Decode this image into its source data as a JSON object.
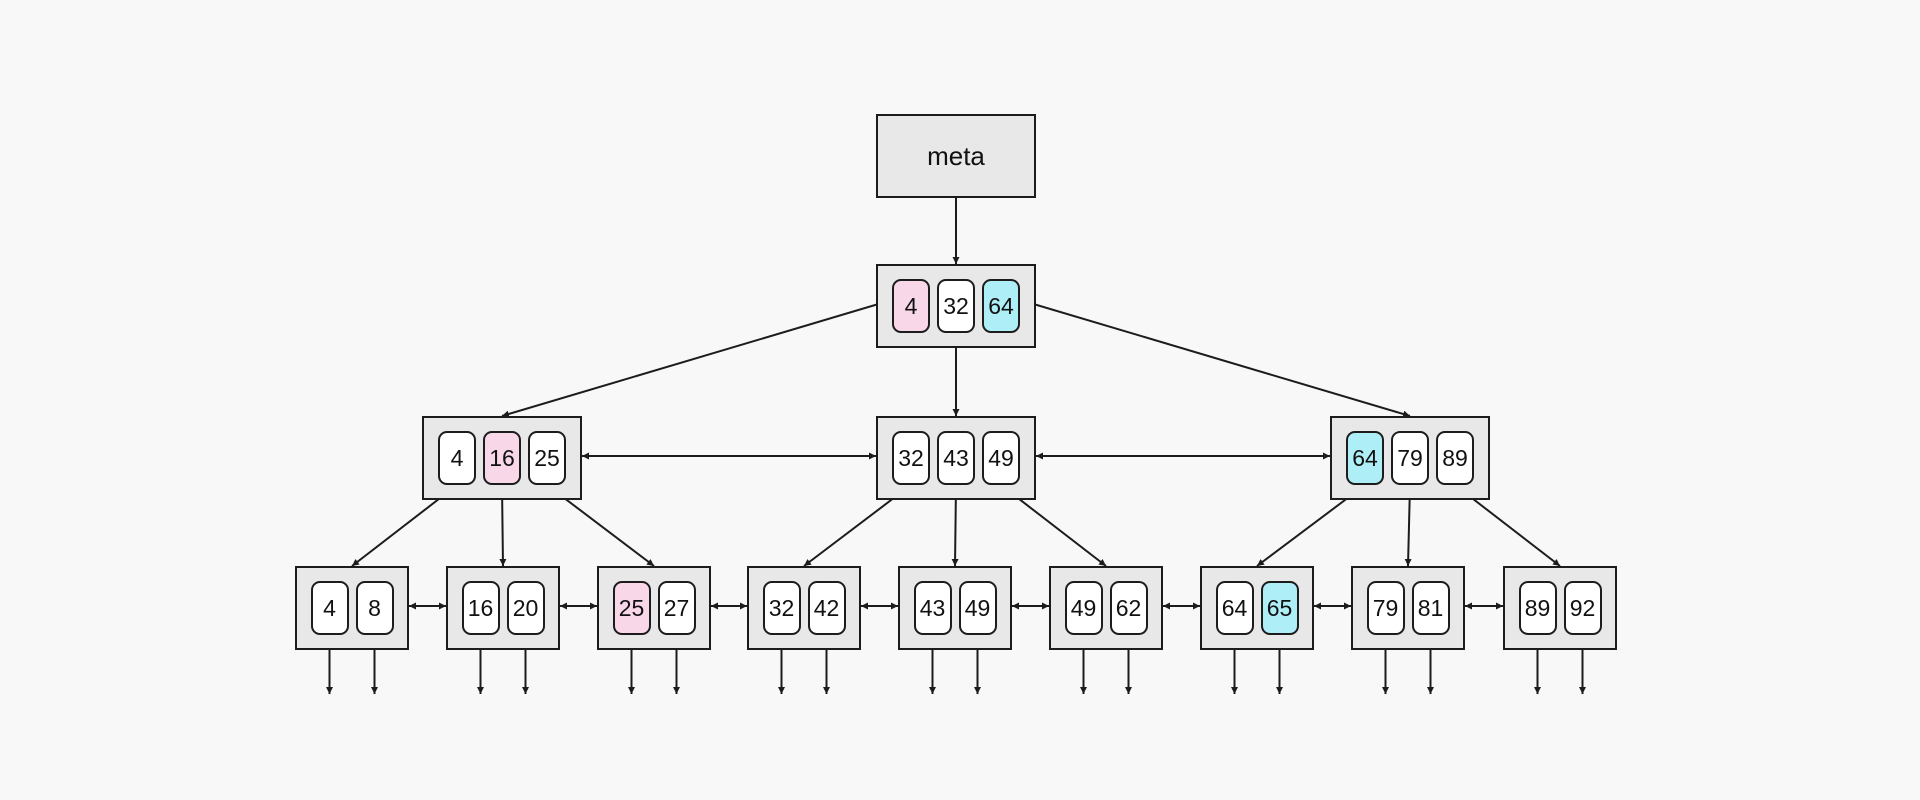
{
  "colors": {
    "node_fill": "#e8e8e8",
    "key_fill": "#ffffff",
    "highlight_pink": "#f8d8e8",
    "highlight_cyan": "#aeeef6",
    "stroke": "#1c1c1c"
  },
  "meta": {
    "label": "meta"
  },
  "root": {
    "keys": [
      {
        "value": "4",
        "highlight": "pink"
      },
      {
        "value": "32",
        "highlight": null
      },
      {
        "value": "64",
        "highlight": "cyan"
      }
    ]
  },
  "internal": [
    {
      "keys": [
        {
          "value": "4",
          "highlight": null
        },
        {
          "value": "16",
          "highlight": "pink"
        },
        {
          "value": "25",
          "highlight": null
        }
      ]
    },
    {
      "keys": [
        {
          "value": "32",
          "highlight": null
        },
        {
          "value": "43",
          "highlight": null
        },
        {
          "value": "49",
          "highlight": null
        }
      ]
    },
    {
      "keys": [
        {
          "value": "64",
          "highlight": "cyan"
        },
        {
          "value": "79",
          "highlight": null
        },
        {
          "value": "89",
          "highlight": null
        }
      ]
    }
  ],
  "leaves": [
    {
      "keys": [
        {
          "value": "4",
          "highlight": null
        },
        {
          "value": "8",
          "highlight": null
        }
      ]
    },
    {
      "keys": [
        {
          "value": "16",
          "highlight": null
        },
        {
          "value": "20",
          "highlight": null
        }
      ]
    },
    {
      "keys": [
        {
          "value": "25",
          "highlight": "pink"
        },
        {
          "value": "27",
          "highlight": null
        }
      ]
    },
    {
      "keys": [
        {
          "value": "32",
          "highlight": null
        },
        {
          "value": "42",
          "highlight": null
        }
      ]
    },
    {
      "keys": [
        {
          "value": "43",
          "highlight": null
        },
        {
          "value": "49",
          "highlight": null
        }
      ]
    },
    {
      "keys": [
        {
          "value": "49",
          "highlight": null
        },
        {
          "value": "62",
          "highlight": null
        }
      ]
    },
    {
      "keys": [
        {
          "value": "64",
          "highlight": null
        },
        {
          "value": "65",
          "highlight": "cyan"
        }
      ]
    },
    {
      "keys": [
        {
          "value": "79",
          "highlight": null
        },
        {
          "value": "81",
          "highlight": null
        }
      ]
    },
    {
      "keys": [
        {
          "value": "89",
          "highlight": null
        },
        {
          "value": "92",
          "highlight": null
        }
      ]
    }
  ]
}
